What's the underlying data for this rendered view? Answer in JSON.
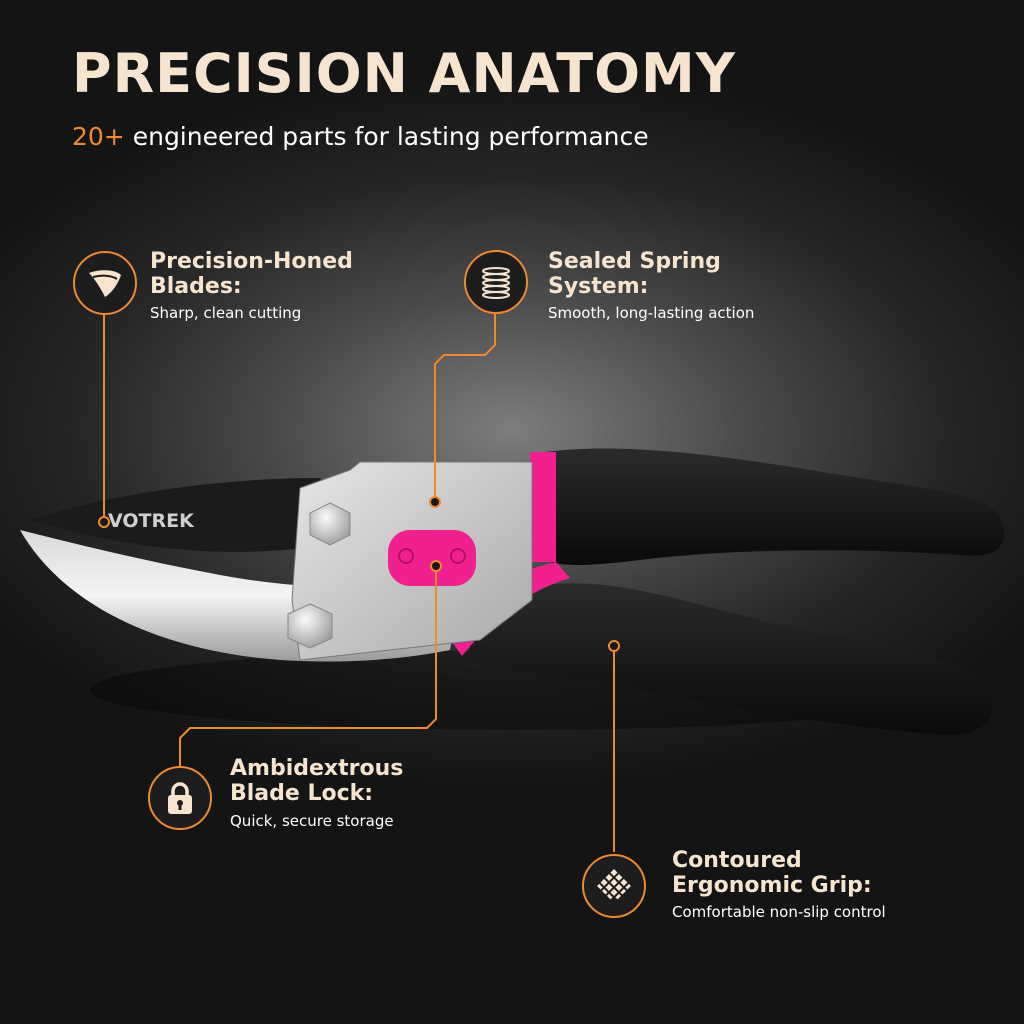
{
  "header": {
    "title": "PRECISION ANATOMY",
    "subtitle_highlight": "20+",
    "subtitle_rest": " engineered parts for lasting performance"
  },
  "product": {
    "brand": "VOTREK"
  },
  "callouts": [
    {
      "icon": "blade-icon",
      "title_line1": "Precision-Honed",
      "title_line2": "Blades:",
      "description": "Sharp, clean cutting"
    },
    {
      "icon": "spring-icon",
      "title_line1": "Sealed Spring",
      "title_line2": "System:",
      "description": "Smooth, long-lasting action"
    },
    {
      "icon": "lock-icon",
      "title_line1": "Ambidextrous",
      "title_line2": "Blade Lock:",
      "description": "Quick, secure storage"
    },
    {
      "icon": "grip-icon",
      "title_line1": "Contoured",
      "title_line2": "Ergonomic Grip:",
      "description": "Comfortable non-slip control"
    }
  ],
  "colors": {
    "accent": "#ee8a2e",
    "title": "#f7e4cf",
    "pink": "#f0208f",
    "background": "#1a1a1a"
  }
}
